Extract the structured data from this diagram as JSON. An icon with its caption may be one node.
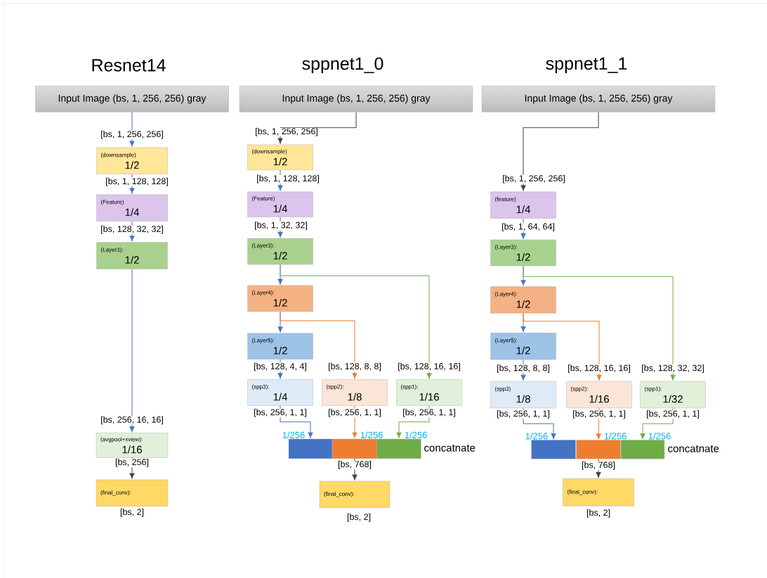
{
  "diagram": {
    "nodes": [
      {
        "text": [
          "Input Image (bs, 1, 256, 256) gray"
        ]
      },
      {
        "text": [
          "(downsample)",
          "1/2"
        ],
        "beside": [
          "[bs, 1, 256, 256]"
        ]
      },
      {
        "text": [
          "(Feature)",
          "1/4"
        ],
        "beside": [
          "[bs, 1, 128, 128]"
        ]
      },
      {
        "text": [
          "(Layer3):",
          "1/2"
        ],
        "beside": [
          "[bs, 128, 32, 32]"
        ]
      },
      {
        "text": [
          "(avgpool+xview):",
          "1/16"
        ],
        "beside": [
          "[bs, 256, 16, 16]",
          "[bs, 256]"
        ]
      },
      {
        "text": [
          "(final_conv):"
        ],
        "beside": [
          "[bs, 2]"
        ]
      },
      {
        "text": [
          "Input Image (bs, 1, 256, 256) gray"
        ]
      },
      {
        "text": [
          "(downsample)",
          "1/2"
        ],
        "beside": [
          "[bs, 1, 256, 256]"
        ]
      },
      {
        "text": [
          "(Feature)",
          "1/4"
        ],
        "beside": [
          "[bs, 1, 128, 128]"
        ]
      },
      {
        "text": [
          "(Layer3):",
          "1/2"
        ],
        "beside": [
          "[bs, 1, 32, 32]"
        ]
      },
      {
        "text": [
          "(Layer4):",
          "1/2"
        ]
      },
      {
        "text": [
          "(Layer5):",
          "1/2"
        ]
      },
      {
        "text": [
          "(spp3):",
          "1/4"
        ],
        "beside": [
          "[bs, 128, 4, 4]",
          "[bs, 256, 1, 1]"
        ]
      },
      {
        "text": [
          "(spp2):",
          "1/8"
        ],
        "beside": [
          "[bs, 128, 8, 8]",
          "[bs, 256, 1, 1]"
        ]
      },
      {
        "text": [
          "(spp1):",
          "1/16"
        ],
        "beside": [
          "[bs, 128, 16, 16]",
          "[bs, 256, 1, 1]"
        ]
      },
      {
        "text": [],
        "shape": "box"
      },
      {
        "text": [],
        "shape": "box",
        "beside": [
          "[bs, 768]"
        ]
      },
      {
        "text": [],
        "shape": "box",
        "beside": [
          "concatnate"
        ]
      },
      {
        "text": [
          "(final_conv):"
        ],
        "beside": [
          "[bs, 2]"
        ]
      },
      {
        "text": [
          "Input Image (bs, 1, 256, 256) gray"
        ]
      },
      {
        "text": [
          "(feature)",
          "1/4"
        ],
        "beside": [
          "[bs, 1, 256, 256]"
        ]
      },
      {
        "text": [
          "(Layer3):",
          "1/2"
        ],
        "beside": [
          "[bs, 1, 64, 64]"
        ]
      },
      {
        "text": [
          "(Layer4):",
          "1/2"
        ]
      },
      {
        "text": [
          "(Layer5):",
          "1/2"
        ]
      },
      {
        "text": [
          "(spp3)",
          "1/8"
        ],
        "beside": [
          "[bs, 128, 8, 8]",
          "[bs, 256, 1, 1]"
        ]
      },
      {
        "text": [
          "(spp2):",
          "1/16"
        ],
        "beside": [
          "[bs, 128, 16, 16]",
          "[bs, 256, 1, 1]"
        ]
      },
      {
        "text": [
          "(spp1):",
          "1/32"
        ],
        "beside": [
          "[bs, 128, 32, 32]",
          "[bs, 256, 1, 1]"
        ]
      },
      {
        "text": [],
        "shape": "box"
      },
      {
        "text": [],
        "shape": "box",
        "beside": [
          "[bs, 768]"
        ]
      },
      {
        "text": [],
        "shape": "box",
        "beside": [
          "concatnate"
        ]
      },
      {
        "text": [
          "(final_conv):"
        ],
        "beside": [
          "[bs, 2]"
        ]
      }
    ],
    "edges": [
      {
        "from": 0,
        "to": 1,
        "arrow": "to"
      },
      {
        "from": 1,
        "to": 2,
        "arrow": "to"
      },
      {
        "from": 2,
        "to": 3,
        "arrow": "to"
      },
      {
        "from": 3,
        "to": 4,
        "arrow": "to"
      },
      {
        "from": 4,
        "to": 5,
        "arrow": "to",
        "color": "#404040"
      },
      {
        "from": 6,
        "to": 7,
        "arrow": "to",
        "color": "#404040"
      },
      {
        "from": 7,
        "to": 8,
        "arrow": "to"
      },
      {
        "from": 8,
        "to": 9,
        "arrow": "to"
      },
      {
        "from": 9,
        "to": 10,
        "arrow": "to"
      },
      {
        "from": 9,
        "to": 14,
        "arrow": "to",
        "color": "#70ad47"
      },
      {
        "from": 10,
        "to": 11,
        "arrow": "to"
      },
      {
        "from": 10,
        "to": 13,
        "arrow": "to",
        "color": "#ed7d31"
      },
      {
        "from": 11,
        "to": 12,
        "arrow": "to"
      },
      {
        "from": 12,
        "to": 15,
        "arrow": "to",
        "label": "1/256"
      },
      {
        "from": 13,
        "to": 16,
        "arrow": "to",
        "label": "1/256",
        "color": "#ed7d31"
      },
      {
        "from": 14,
        "to": 17,
        "arrow": "to",
        "label": "1/256",
        "color": "#70ad47"
      },
      {
        "from": 16,
        "to": 18,
        "arrow": "to",
        "color": "#404040"
      },
      {
        "from": 19,
        "to": 20,
        "arrow": "to",
        "color": "#404040"
      },
      {
        "from": 20,
        "to": 21,
        "arrow": "to"
      },
      {
        "from": 21,
        "to": 22,
        "arrow": "to"
      },
      {
        "from": 21,
        "to": 26,
        "arrow": "to",
        "color": "#70ad47"
      },
      {
        "from": 22,
        "to": 23,
        "arrow": "to"
      },
      {
        "from": 22,
        "to": 25,
        "arrow": "to",
        "color": "#ed7d31"
      },
      {
        "from": 23,
        "to": 24,
        "arrow": "to"
      },
      {
        "from": 24,
        "to": 27,
        "arrow": "to",
        "label": "1/256"
      },
      {
        "from": 25,
        "to": 28,
        "arrow": "to",
        "label": "1/256",
        "color": "#ed7d31"
      },
      {
        "from": 26,
        "to": 29,
        "arrow": "to",
        "label": "1/256",
        "color": "#70ad47"
      },
      {
        "from": 28,
        "to": 30,
        "arrow": "to",
        "color": "#404040"
      }
    ],
    "labels": [
      "Resnet14",
      "sppnet1_0",
      "sppnet1_1"
    ]
  }
}
